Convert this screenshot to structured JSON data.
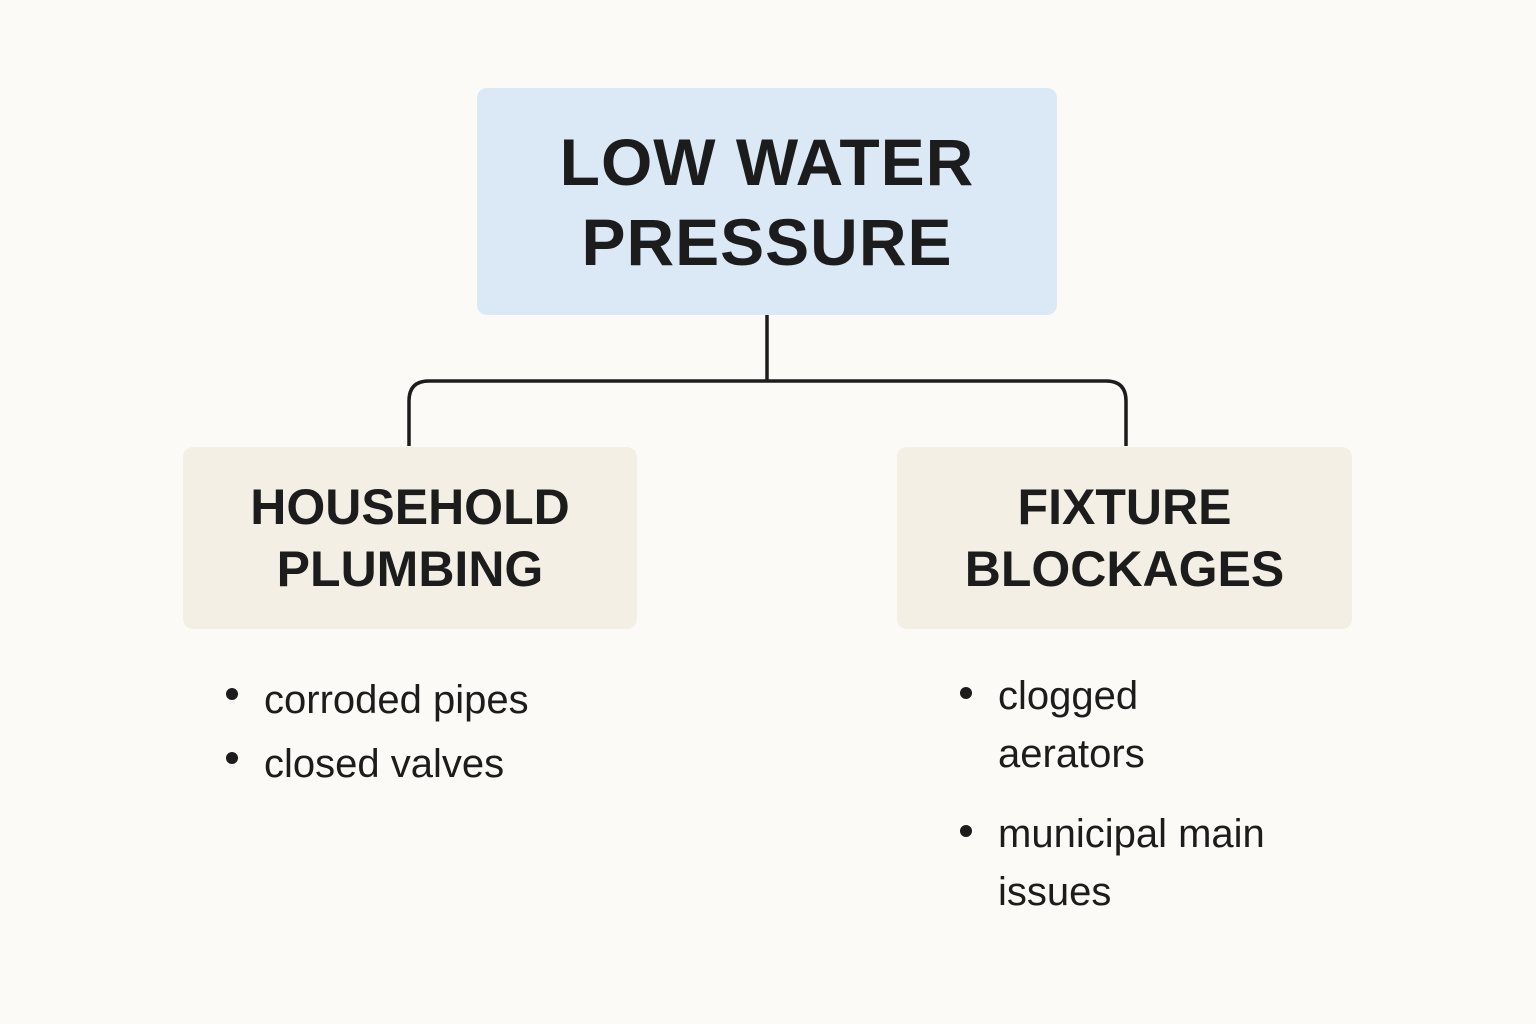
{
  "diagram": {
    "root": {
      "lines": [
        "LOW WATER",
        "PRESSURE"
      ]
    },
    "branches": [
      {
        "lines": [
          "HOUSEHOLD",
          "PLUMBING"
        ],
        "bullets": [
          {
            "lines": [
              "corroded pipes"
            ]
          },
          {
            "lines": [
              "closed valves"
            ]
          }
        ]
      },
      {
        "lines": [
          "FIXTURE",
          "BLOCKAGES"
        ],
        "bullets": [
          {
            "lines": [
              "clogged",
              "aerators"
            ]
          },
          {
            "lines": [
              "municipal main",
              "issues"
            ]
          }
        ]
      }
    ]
  },
  "colors": {
    "background": "#fcfaf6",
    "root_fill": "#dbe9f7",
    "branch_fill": "#f4efe4",
    "text": "#1c1c1c",
    "connector": "#1c1c1c"
  }
}
